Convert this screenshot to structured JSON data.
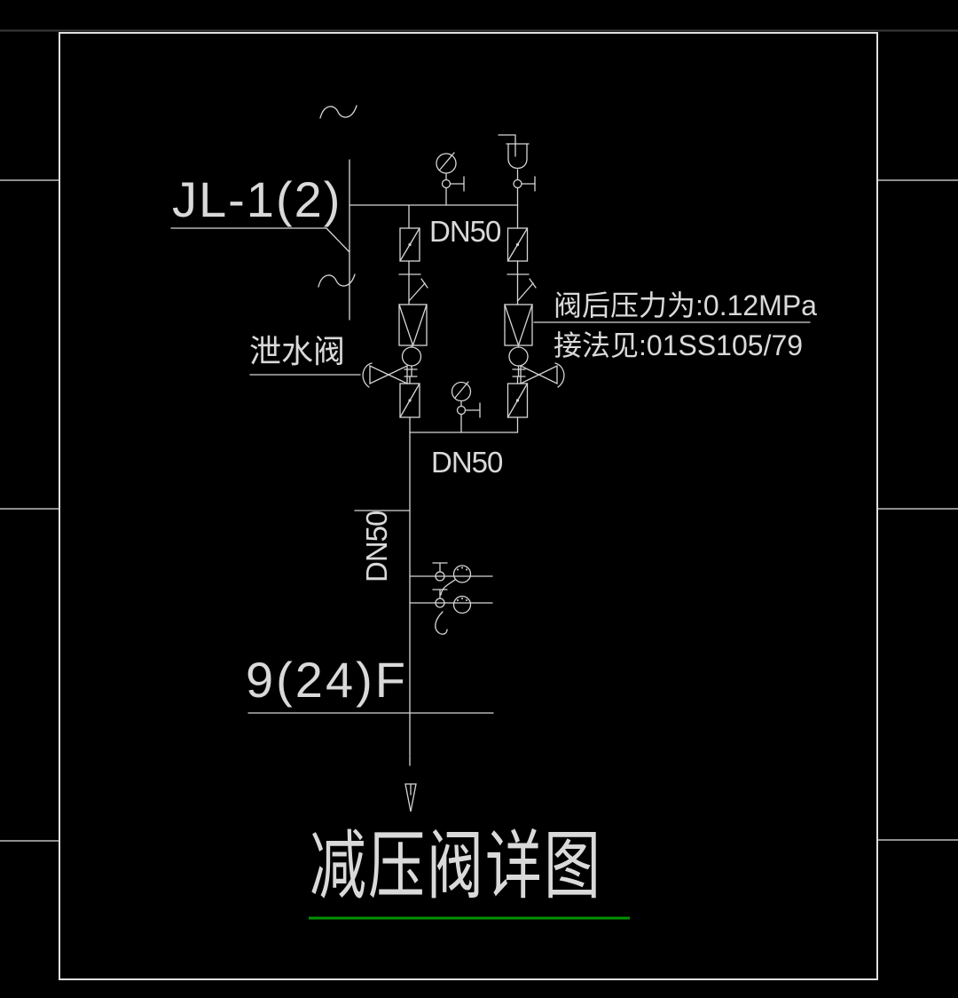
{
  "labels": {
    "riser": "JL-1(2)",
    "dn50_top": "DN50",
    "dn50_mid": "DN50",
    "dn50_vertical": "DN50",
    "drain_valve": "泄水阀",
    "note_pressure": "阀后压力为:0.12MPa",
    "note_reference": "接法见:01SS105/79",
    "floor": "9(24)F",
    "title": "减压阀详图"
  },
  "colors": {
    "background": "#000000",
    "line": "#d6d6d6",
    "frame_border": "#e0e0e0",
    "outer_guides": "#8f8f8f",
    "outer_top_line": "#3c3c3c",
    "title_underline": "#009300"
  }
}
